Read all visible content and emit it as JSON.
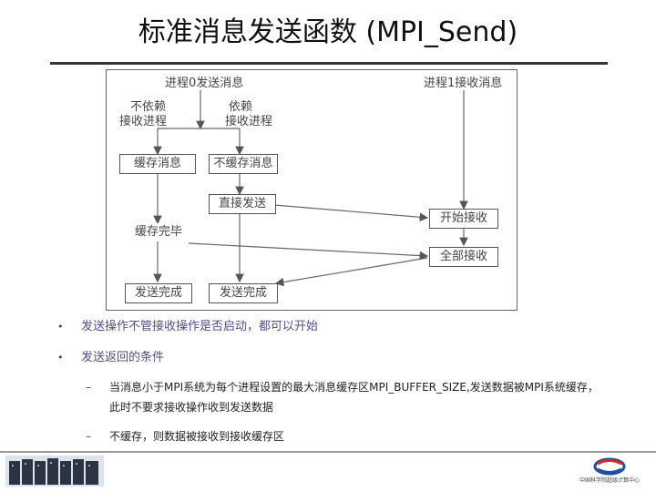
{
  "slide": {
    "title": "标准消息发送函数 (MPI_Send)"
  },
  "diagram": {
    "labels": {
      "p0_title": "进程0发送消息",
      "p1_title": "进程1接收消息",
      "no_depend_l1": "不依赖",
      "no_depend_l2": "接收进程",
      "depend_l1": "依赖",
      "depend_l2": "接收进程"
    },
    "nodes": {
      "buffer": "缓存消息",
      "no_buffer": "不缓存消息",
      "direct_send": "直接发送",
      "start_recv": "开始接收",
      "buffer_done": "缓存完毕",
      "all_recv": "全部接收",
      "send_done_left": "发送完成",
      "send_done_right": "发送完成"
    }
  },
  "bullets": [
    "发送操作不管接收操作是否启动，都可以开始",
    "发送返回的条件"
  ],
  "sub_bullets": [
    "当消息小于MPI系统为每个进程设置的最大消息缓存区MPI_BUFFER_SIZE,发送数据被MPI系统缓存，此时不要求接收操作收到发送数据",
    "不缓存，则数据被接收到接收缓存区"
  ],
  "marks": {
    "bullet_glyph": "•",
    "dash_glyph": "–"
  },
  "logo": {
    "text": "中国科学院超级计算中心"
  },
  "colors": {
    "bullet_text": "#5a4a8a",
    "rule": "#333333"
  }
}
